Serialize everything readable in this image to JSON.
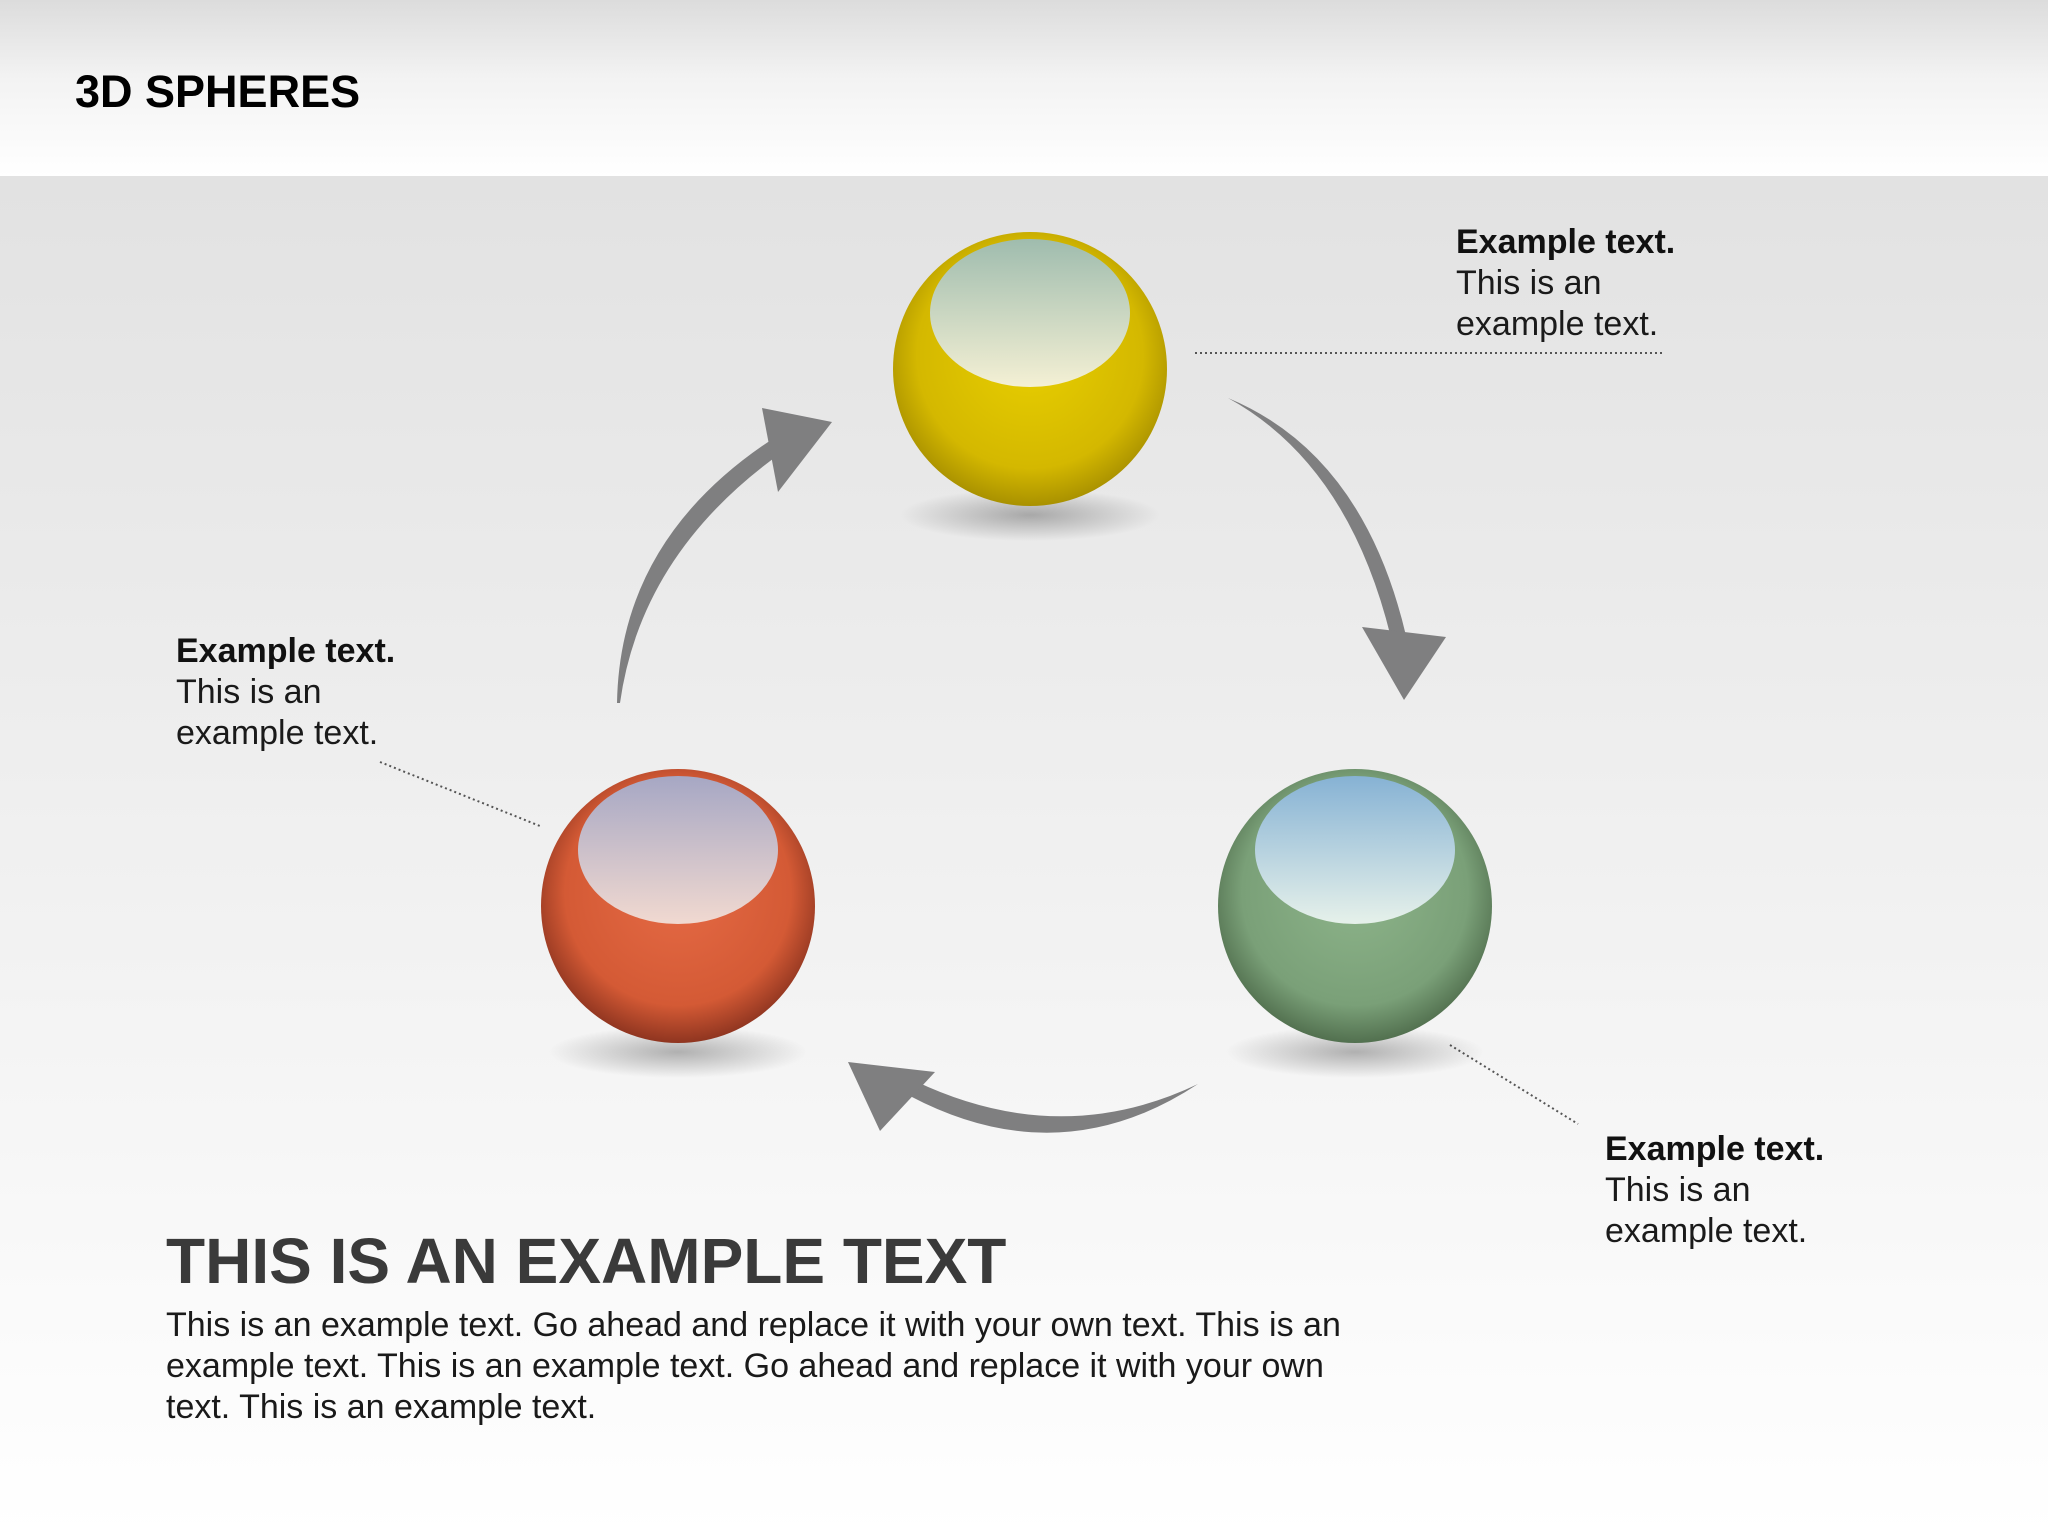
{
  "header": {
    "title": "3D SPHERES"
  },
  "spheres": [
    {
      "name": "top-sphere",
      "color": "#d4b800"
    },
    {
      "name": "right-sphere",
      "color": "#7aa078"
    },
    {
      "name": "left-sphere",
      "color": "#d45a35"
    }
  ],
  "callouts": {
    "top_right": {
      "title": "Example text.",
      "body": "This is an example text."
    },
    "left": {
      "title": "Example text.",
      "body": "This is an example text."
    },
    "bottom_right": {
      "title": "Example text.",
      "body": "This is an example text."
    }
  },
  "main": {
    "heading": "THIS IS AN EXAMPLE TEXT",
    "body": "This is an example text. Go ahead and replace it with your own text. This is an example text. This is an example text. Go ahead and replace it with your own text. This is an example text."
  },
  "colors": {
    "arrow": "#7f7f80",
    "heading": "#3a3a3a"
  }
}
